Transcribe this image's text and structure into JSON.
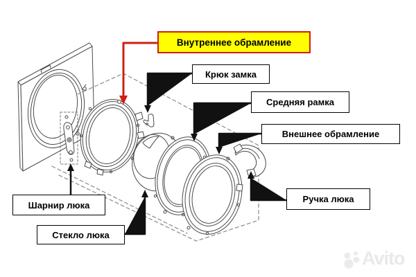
{
  "labels": [
    {
      "text": "Внутреннее обрамление",
      "highlight": true
    },
    {
      "text": "Крюк замка",
      "highlight": false
    },
    {
      "text": "Средняя рамка",
      "highlight": false
    },
    {
      "text": "Внешнее обрамление",
      "highlight": false
    },
    {
      "text": "Ручка люка",
      "highlight": false
    },
    {
      "text": "Шарнир люка",
      "highlight": false
    },
    {
      "text": "Стекло люка",
      "highlight": false
    }
  ],
  "colors": {
    "highlight_bg": "#ffff00",
    "highlight_border": "#cd2015",
    "highlight_arrow": "#cd2015",
    "label_bg": "#ffffff",
    "label_border": "#000000",
    "leader_line": "#111111",
    "line_art": "#4a4a4a",
    "dashed_guide": "#8a8a8a",
    "watermark": "#e9e9e9"
  },
  "watermark": {
    "text": "Avito"
  }
}
